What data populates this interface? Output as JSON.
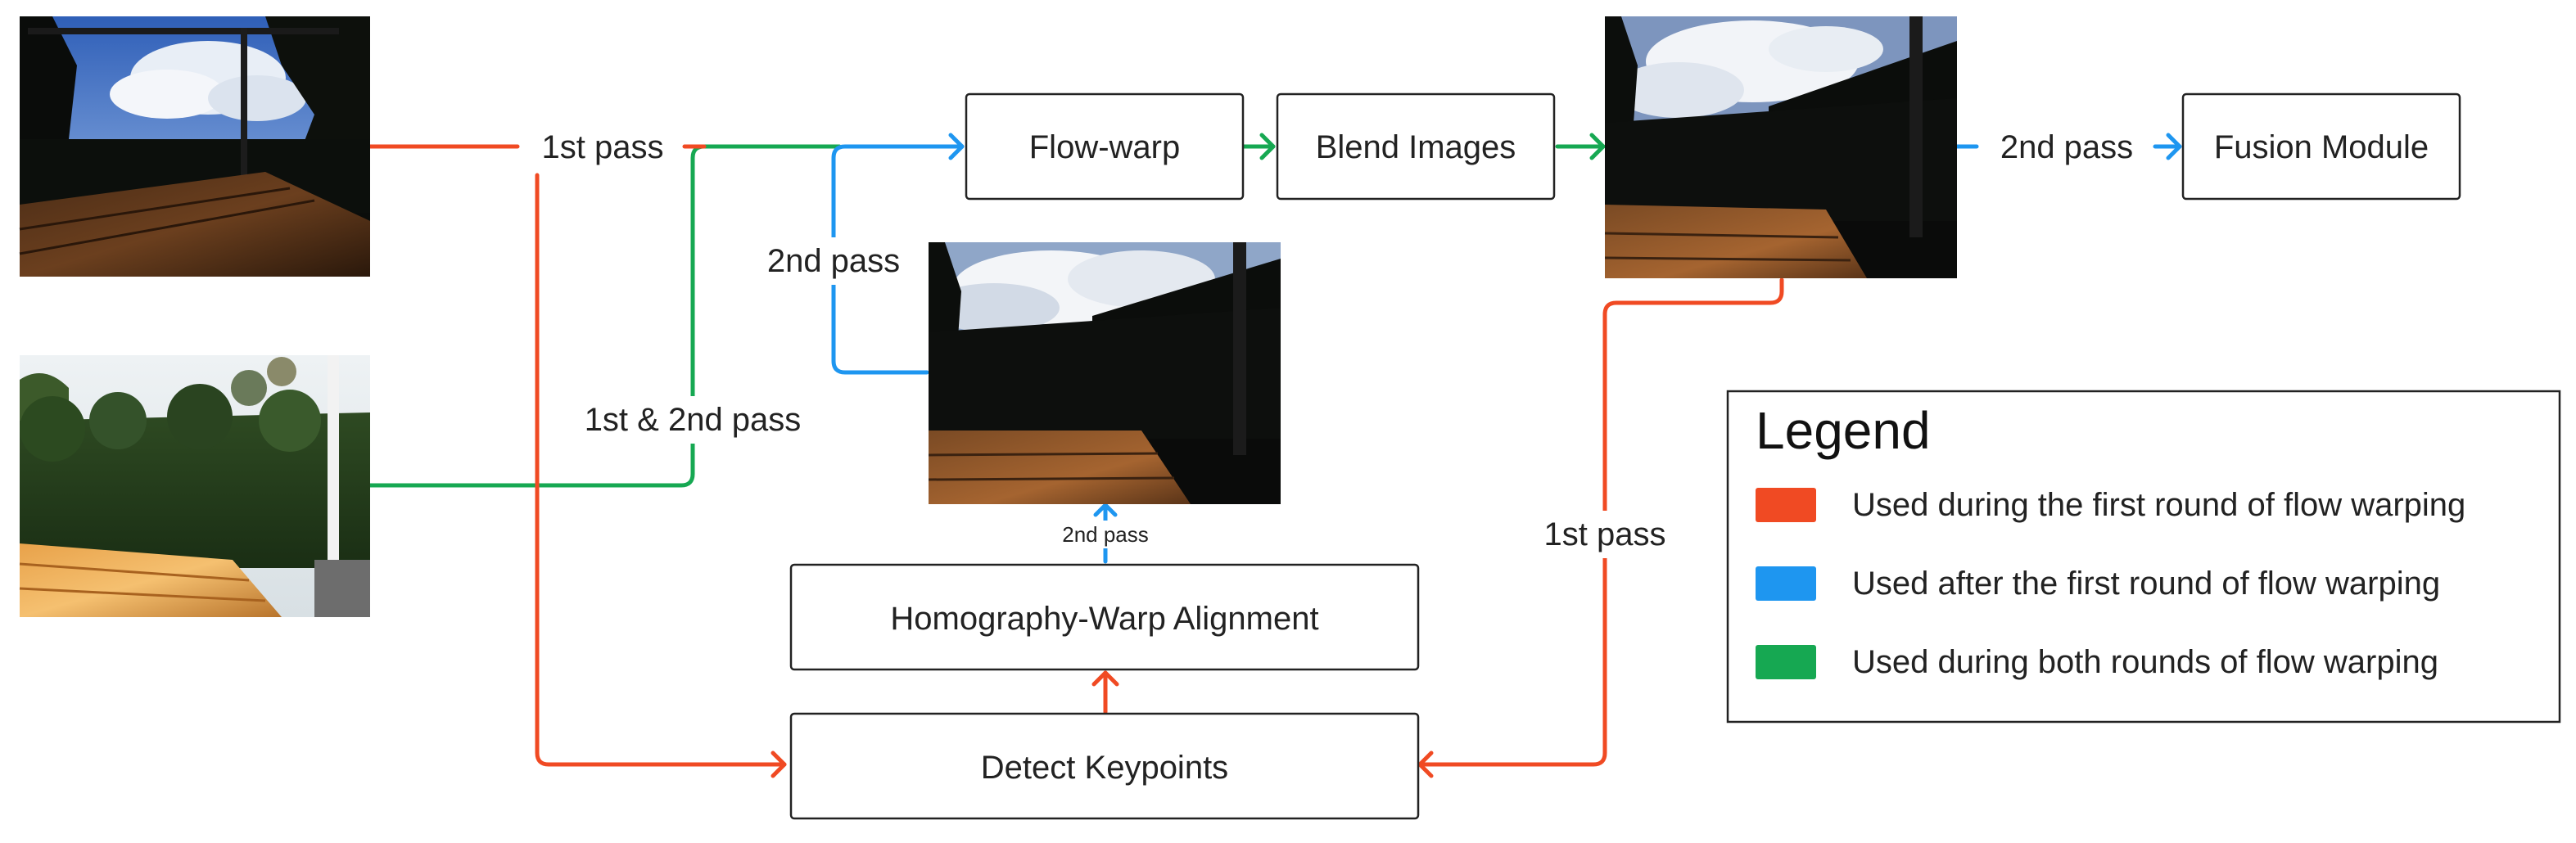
{
  "colors": {
    "first_round": "#f04a23",
    "after_first": "#1e96f0",
    "both_rounds": "#16a852"
  },
  "nodes": {
    "flow_warp": "Flow-warp",
    "blend_images": "Blend Images",
    "fusion_module": "Fusion Module",
    "homography_warp": "Homography-Warp Alignment",
    "detect_keypoints": "Detect Keypoints"
  },
  "edge_labels": {
    "first_pass_top": "1st pass",
    "second_pass_mid": "2nd pass",
    "first_and_second_pass": "1st & 2nd pass",
    "second_pass_small": "2nd pass",
    "second_pass_right": "2nd pass",
    "first_pass_right": "1st pass"
  },
  "images": {
    "dark_photo": "dark-exposure-photo",
    "bright_photo": "bright-exposure-photo",
    "aligned_photo": "homography-aligned-photo",
    "blended_photo": "blended-output-photo"
  },
  "legend": {
    "title": "Legend",
    "items": [
      {
        "label": "Used during the first round of flow warping",
        "color": "#f04a23"
      },
      {
        "label": "Used after the first round of flow warping",
        "color": "#1e96f0"
      },
      {
        "label": "Used during both rounds of flow warping",
        "color": "#16a852"
      }
    ]
  }
}
